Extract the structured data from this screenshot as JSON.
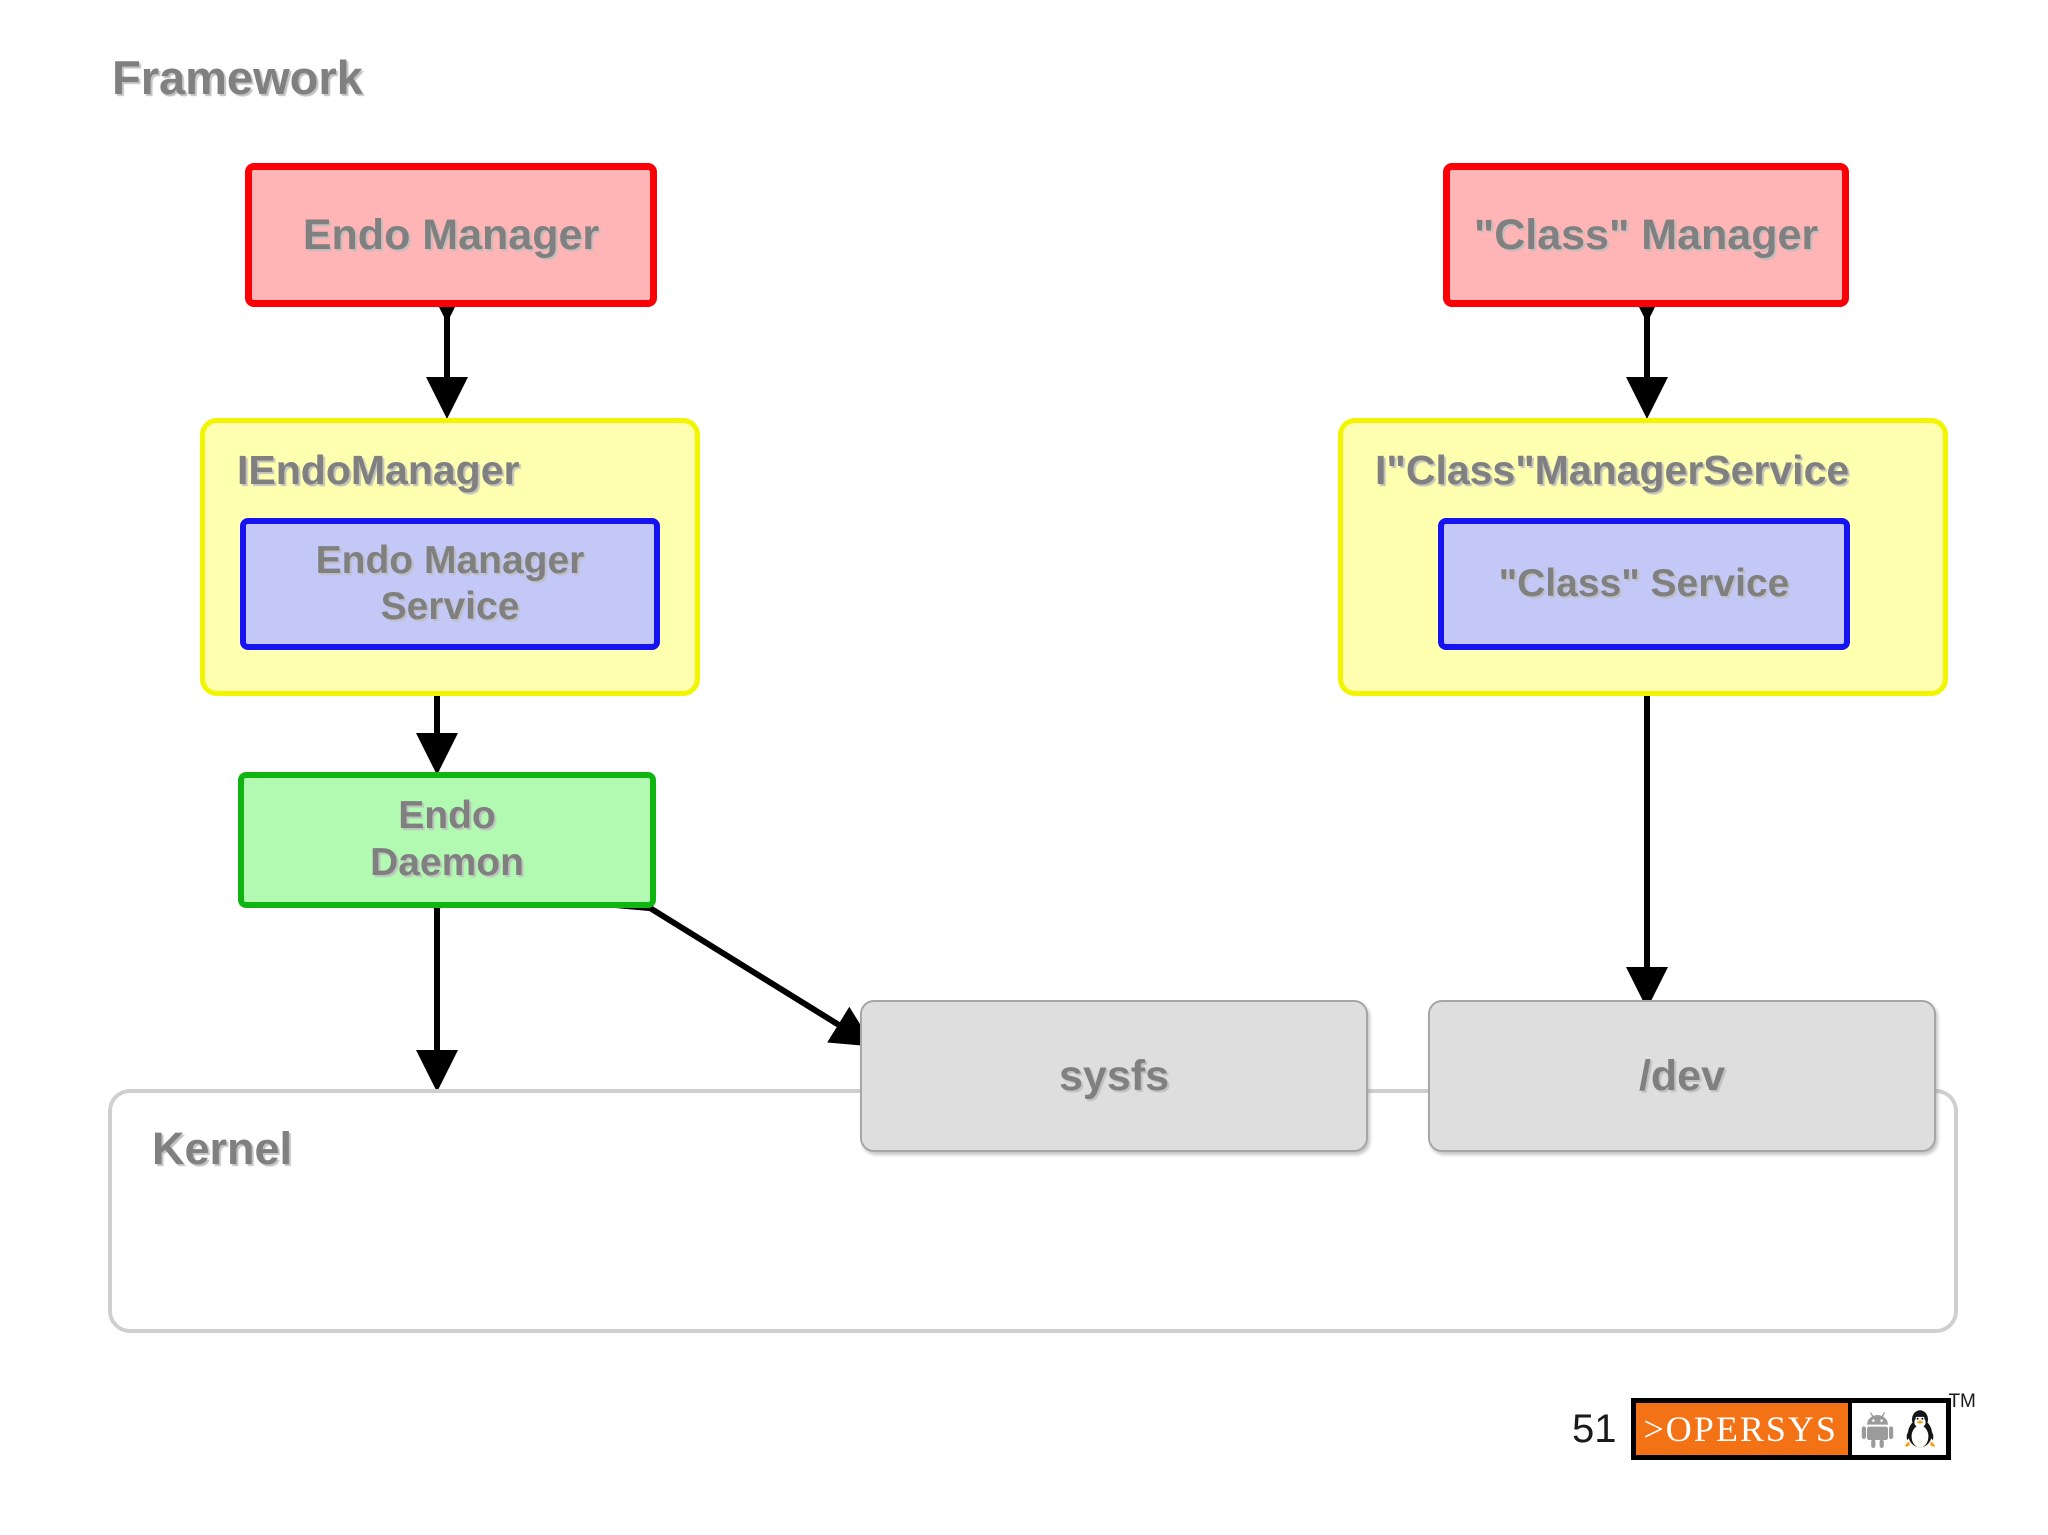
{
  "diagram": {
    "title": "Framework",
    "nodes": {
      "endo_manager": "Endo Manager",
      "class_manager": "\"Class\" Manager",
      "iendomanager": "IEndoManager",
      "iclass_manager_service": "I\"Class\"ManagerService",
      "endo_manager_service": "Endo Manager\nService",
      "class_service": "\"Class\" Service",
      "endo_daemon": "Endo\nDaemon",
      "sysfs": "sysfs",
      "dev": "/dev",
      "kernel": "Kernel"
    },
    "colors": {
      "manager_fill": "#ffb5b5",
      "manager_border": "#fb0007",
      "interface_fill": "#ffffb0",
      "interface_border": "#f2f500",
      "service_fill": "#c3c8f7",
      "service_border": "#1712f0",
      "daemon_fill": "#b2f9b2",
      "daemon_border": "#11b511",
      "fs_fill": "#dedede",
      "fs_border": "#a6a6a6",
      "kernel_border": "#cfcfcf",
      "text": "#808080",
      "arrow": "#000000",
      "brand_orange": "#f47216"
    },
    "connections": [
      {
        "from": "endo_manager",
        "to": "iendomanager",
        "style": "double-arrow"
      },
      {
        "from": "endo_manager_service",
        "to": "endo_daemon",
        "style": "double-arrow"
      },
      {
        "from": "endo_daemon",
        "to": "kernel",
        "style": "double-arrow"
      },
      {
        "from": "endo_daemon",
        "to": "sysfs",
        "style": "double-arrow-diagonal"
      },
      {
        "from": "class_manager",
        "to": "iclass_manager_service",
        "style": "double-arrow"
      },
      {
        "from": "class_service",
        "to": "dev",
        "style": "double-arrow"
      }
    ]
  },
  "footer": {
    "page_number": "51",
    "logo_text": ">OPERSYS",
    "trademark": "TM",
    "icons": [
      "android-robot-icon",
      "tux-penguin-icon"
    ]
  }
}
